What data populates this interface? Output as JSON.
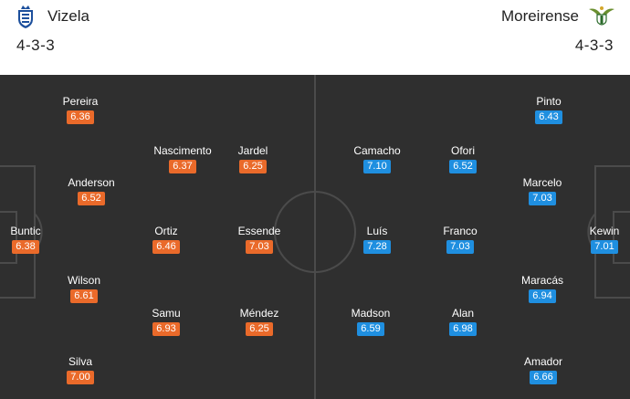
{
  "home": {
    "name": "Vizela",
    "formation": "4-3-3",
    "logo_icon": "vizela-crest-icon",
    "rating_color": "#ea6a2a",
    "players": [
      {
        "name": "Buntic",
        "rating": "6.38"
      },
      {
        "name": "Pereira",
        "rating": "6.36"
      },
      {
        "name": "Anderson",
        "rating": "6.52"
      },
      {
        "name": "Wilson",
        "rating": "6.61"
      },
      {
        "name": "Silva",
        "rating": "7.00"
      },
      {
        "name": "Nascimento",
        "rating": "6.37"
      },
      {
        "name": "Ortiz",
        "rating": "6.46"
      },
      {
        "name": "Samu",
        "rating": "6.93"
      },
      {
        "name": "Jardel",
        "rating": "6.25"
      },
      {
        "name": "Essende",
        "rating": "7.03"
      },
      {
        "name": "Méndez",
        "rating": "6.25"
      }
    ]
  },
  "away": {
    "name": "Moreirense",
    "formation": "4-3-3",
    "logo_icon": "moreirense-crest-icon",
    "rating_color": "#1f8fe0",
    "players": [
      {
        "name": "Camacho",
        "rating": "7.10"
      },
      {
        "name": "Luís",
        "rating": "7.28"
      },
      {
        "name": "Madson",
        "rating": "6.59"
      },
      {
        "name": "Ofori",
        "rating": "6.52"
      },
      {
        "name": "Franco",
        "rating": "7.03"
      },
      {
        "name": "Alan",
        "rating": "6.98"
      },
      {
        "name": "Pinto",
        "rating": "6.43"
      },
      {
        "name": "Marcelo",
        "rating": "7.03"
      },
      {
        "name": "Maracás",
        "rating": "6.94"
      },
      {
        "name": "Amador",
        "rating": "6.66"
      },
      {
        "name": "Kewin",
        "rating": "7.01"
      }
    ]
  }
}
